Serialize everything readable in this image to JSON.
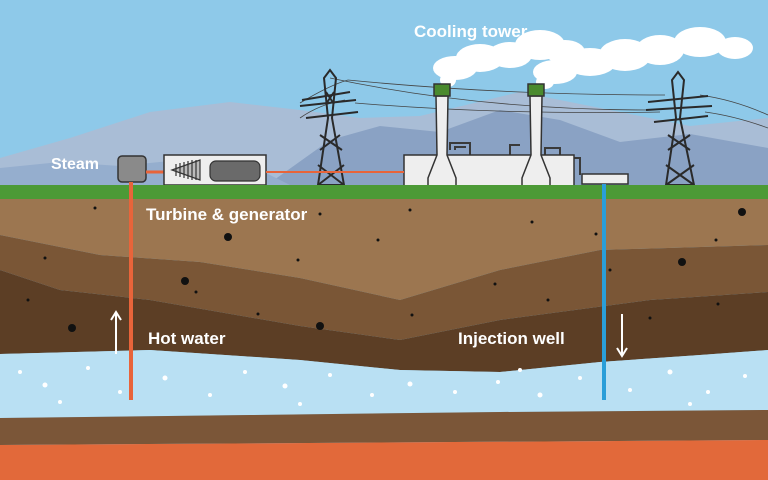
{
  "labels": {
    "cooling_tower": "Cooling tower",
    "steam": "Steam",
    "turbine_generator": "Turbine & generator",
    "hot_water": "Hot water",
    "injection_well": "Injection well"
  },
  "colors": {
    "sky": "#8ec9e9",
    "mountains_back": "#a9bdd6",
    "mountains_front": "#8aa2c4",
    "grass": "#4c9a36",
    "soil_top": "#9c7650",
    "soil_mid": "#7a5636",
    "soil_deep": "#5c3e25",
    "aquifer": "#b9e0f3",
    "bedrock": "#7b5638",
    "magma": "#e2693a",
    "hot_pipe": "#e8643a",
    "cold_pipe": "#2a9ed8",
    "cooling_tower": "#eeeeee",
    "tower_cap": "#4a8a2e"
  },
  "icons": [
    "pylon-icon",
    "steam-cloud-icon",
    "arrow-up-icon",
    "arrow-down-icon",
    "turbine-icon",
    "generator-icon"
  ]
}
